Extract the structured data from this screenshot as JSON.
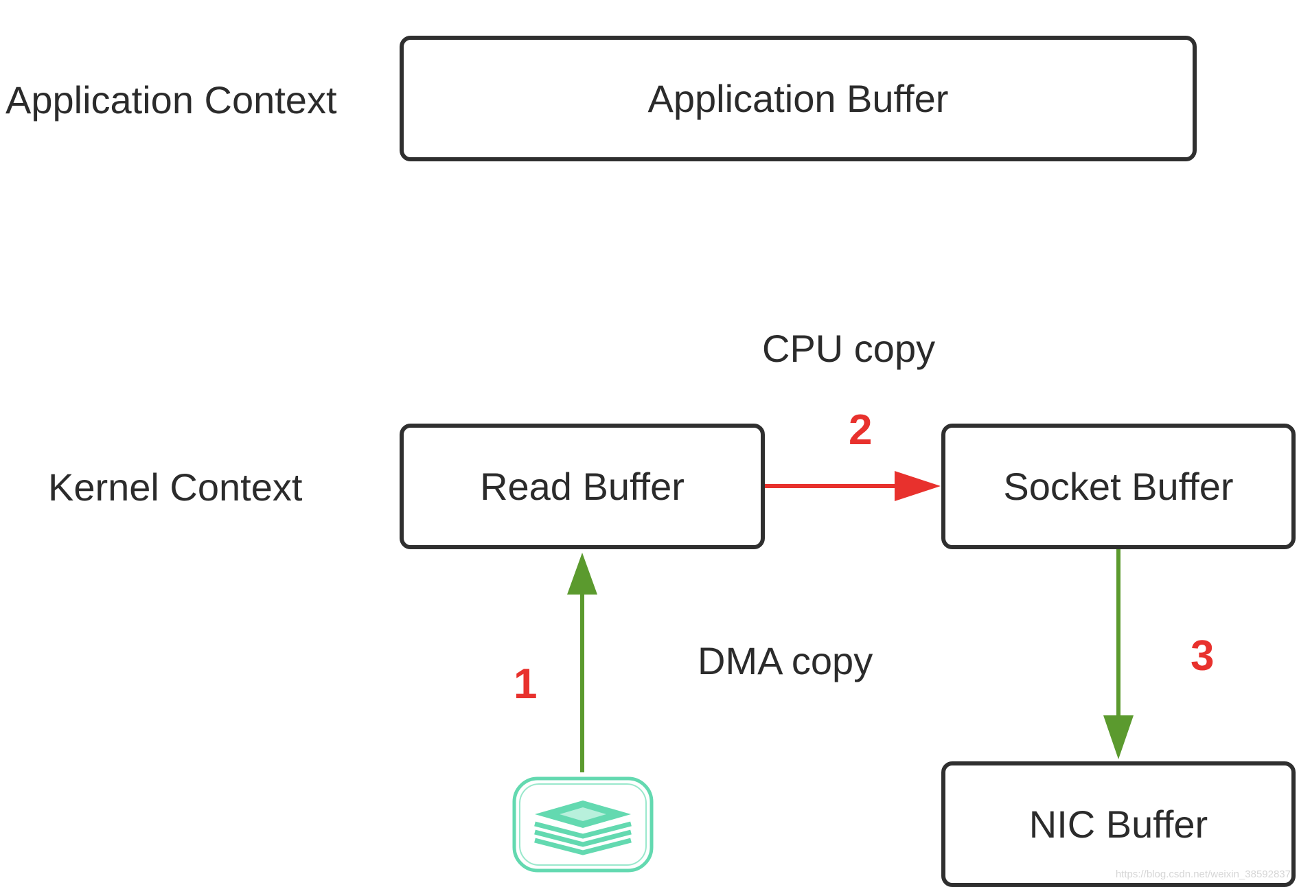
{
  "contexts": {
    "application": "Application Context",
    "kernel": "Kernel Context"
  },
  "boxes": {
    "application_buffer": "Application Buffer",
    "read_buffer": "Read Buffer",
    "socket_buffer": "Socket Buffer",
    "nic_buffer": "NIC Buffer"
  },
  "annotations": {
    "cpu_copy": "CPU copy",
    "dma_copy": "DMA copy"
  },
  "steps": {
    "one": "1",
    "two": "2",
    "three": "3"
  },
  "watermark": "https://blog.csdn.net/weixin_38592837",
  "icons": {
    "disk": "disk-stack-icon"
  },
  "colors": {
    "cpu_arrow": "#e8312d",
    "dma_arrow": "#5b9a2e",
    "step_number": "#e8312d",
    "disk_icon": "#63d9b0",
    "box_border": "#2f2f2f"
  }
}
